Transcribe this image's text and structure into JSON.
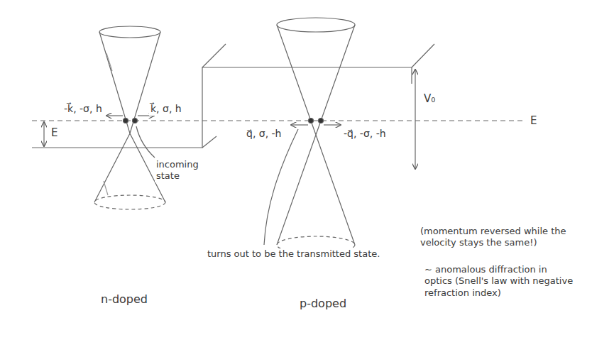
{
  "diagram": {
    "labels": [
      "E",
      "-k⃗, -σ, h",
      "k⃗, σ, h",
      "incoming state",
      "q⃗, σ, -h",
      "-q⃗, -σ, -h",
      "V₀",
      "E",
      "turns out to be the transmitted state.",
      "(momentum reversed while the velocity stays the same!)",
      "~ anomalous diffraction in optics (Snell's law with negative refraction index)",
      "n-doped",
      "p-doped"
    ]
  }
}
